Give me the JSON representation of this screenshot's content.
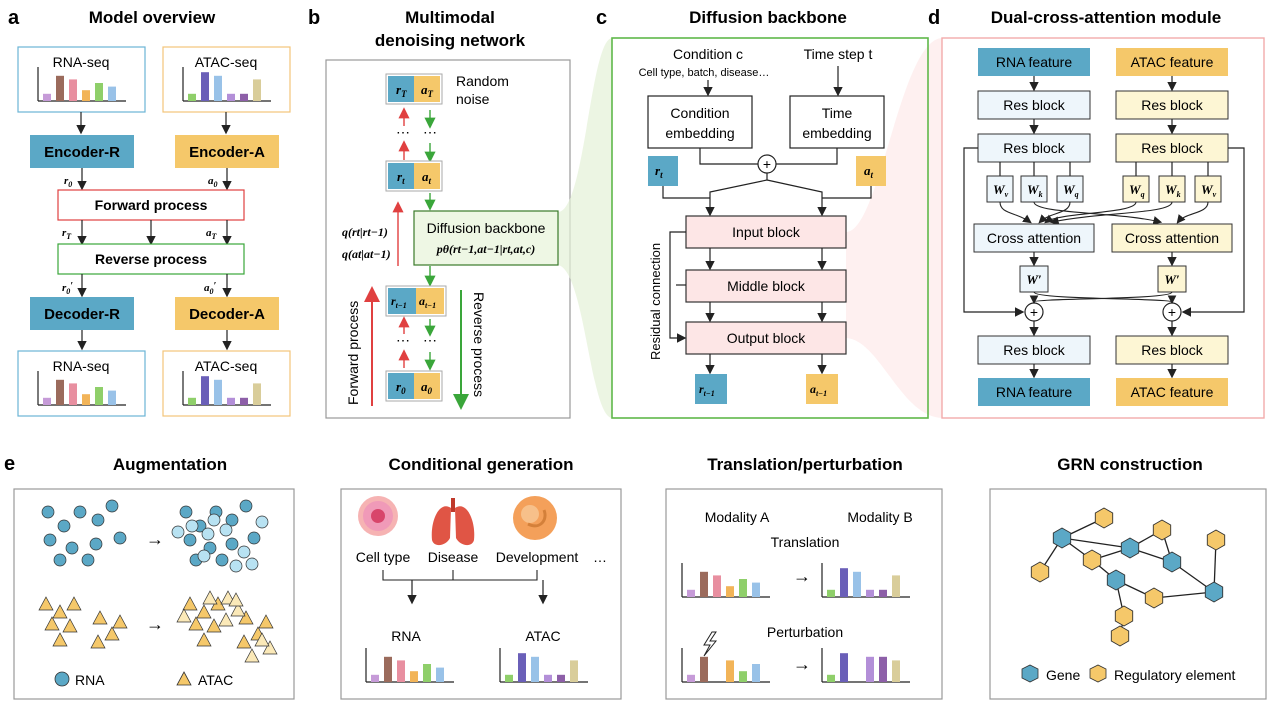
{
  "panel_letters": {
    "a": "a",
    "b": "b",
    "c": "c",
    "d": "d",
    "e": "e"
  },
  "titles": {
    "a": "Model overview",
    "b_line1": "Multimodal",
    "b_line2": "denoising network",
    "c": "Diffusion backbone",
    "d": "Dual-cross-attention module",
    "e1": "Augmentation",
    "e2": "Conditional generation",
    "e3": "Translation/perturbation",
    "e4": "GRN construction"
  },
  "panel_a": {
    "rna_seq": "RNA-seq",
    "atac_seq": "ATAC-seq",
    "encoder_r": "Encoder-R",
    "encoder_a": "Encoder-A",
    "forward": "Forward process",
    "reverse": "Reverse process",
    "decoder_r": "Decoder-R",
    "decoder_a": "Decoder-A",
    "r0": "r",
    "r0_sub": "0",
    "a0": "a",
    "a0_sub": "0",
    "rT": "r",
    "rT_sub": "T",
    "aT": "a",
    "aT_sub": "T",
    "r0p": "r",
    "r0p_sub": "0",
    "r0p_prime": "′",
    "a0p": "a",
    "a0p_sub": "0",
    "a0p_prime": "′",
    "bar_colors": [
      "#c69bd8",
      "#9b6b5c",
      "#e88fa0",
      "#f2b458",
      "#8fcf6a",
      "#99c2e8"
    ],
    "rna_values": [
      2,
      7,
      6,
      3,
      5,
      4
    ],
    "atac_values": [
      2,
      8,
      7,
      2,
      2,
      6
    ],
    "atac_bar_colors": [
      "#8fcf6a",
      "#6a5fb8",
      "#99c2e8",
      "#b38fd8",
      "#8d5fa8",
      "#d9cd9a"
    ]
  },
  "panel_b": {
    "random_noise_1": "Random",
    "random_noise_2": "noise",
    "ellipsis": "⋯",
    "backbone_label": "Diffusion backbone",
    "backbone_formula": "pθ(rt−1,at−1|rt,at,c)",
    "q1": "q(rt|rt−1)",
    "q2": "q(at|at−1)",
    "forward_process": "Forward process",
    "reverse_process": "Reverse process",
    "tiles": {
      "rT": "r",
      "aT": "a",
      "rt": "r",
      "at": "a",
      "rt1": "r",
      "at1": "a",
      "r0": "r",
      "a0": "a"
    },
    "sub_T": "T",
    "sub_t": "t",
    "sub_t1": "t−1",
    "sub_0": "0"
  },
  "panel_c": {
    "condition": "Condition c",
    "condition_desc": "Cell type, batch, disease…",
    "time_step": "Time step t",
    "cond_embed_1": "Condition",
    "cond_embed_2": "embedding",
    "time_embed_1": "Time",
    "time_embed_2": "embedding",
    "input_block": "Input block",
    "middle_block": "Middle block",
    "output_block": "Output block",
    "residual": "Residual connection",
    "plus": "+",
    "rt": "r",
    "at": "a",
    "sub_t": "t",
    "sub_t1": "t−1"
  },
  "panel_d": {
    "rna_feature": "RNA feature",
    "atac_feature": "ATAC feature",
    "res_block": "Res block",
    "cross_attention": "Cross attention",
    "wv": "W",
    "wk": "W",
    "wq": "W",
    "sub_v": "v",
    "sub_k": "k",
    "sub_q": "q",
    "wprime": "W′",
    "plus": "+"
  },
  "panel_e": {
    "rna_legend": "RNA",
    "atac_legend": "ATAC",
    "cell_type": "Cell type",
    "disease": "Disease",
    "development": "Development",
    "ellipsis": "…",
    "rna": "RNA",
    "atac": "ATAC",
    "modality_a": "Modality A",
    "modality_b": "Modality B",
    "translation": "Translation",
    "perturbation": "Perturbation",
    "gene": "Gene",
    "regulatory": "Regulatory element"
  },
  "colors": {
    "blue": "#5ba8c6",
    "orange": "#f5c86a",
    "forward_red": "#e04040",
    "reverse_green": "#3aa63a",
    "light_blue": "#eef6fb",
    "light_yellow": "#fdf6d4",
    "pink": "#fde6e6",
    "light_green": "#eef7e4"
  }
}
